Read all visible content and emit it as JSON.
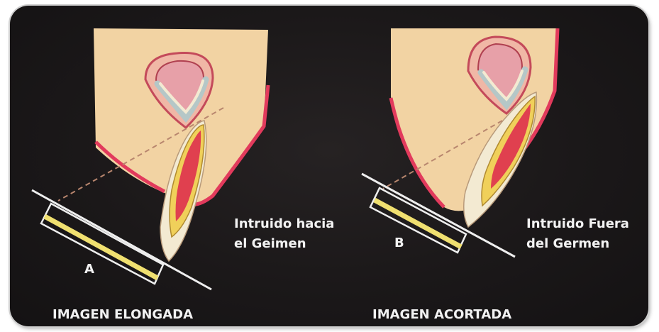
{
  "left_figure": {
    "caption_line1": "Intruido hacia",
    "caption_line2": "el Geimen",
    "marker": "A",
    "title": "IMAGEN ELONGADA"
  },
  "right_figure": {
    "caption_line1": "Intruido Fuera",
    "caption_line2": "del Germen",
    "marker": "B",
    "title": "IMAGEN ACORTADA"
  },
  "colors": {
    "background": "#1c191a",
    "bone": "#f2d3a3",
    "gum_edge": "#e23a5c",
    "pulp": "#e0404f",
    "dentin": "#f0d05a",
    "enamel": "#f3ead2",
    "germ_outer": "#f0b7a6",
    "germ_inner": "#e7a0a8",
    "film": "#f0e070"
  }
}
